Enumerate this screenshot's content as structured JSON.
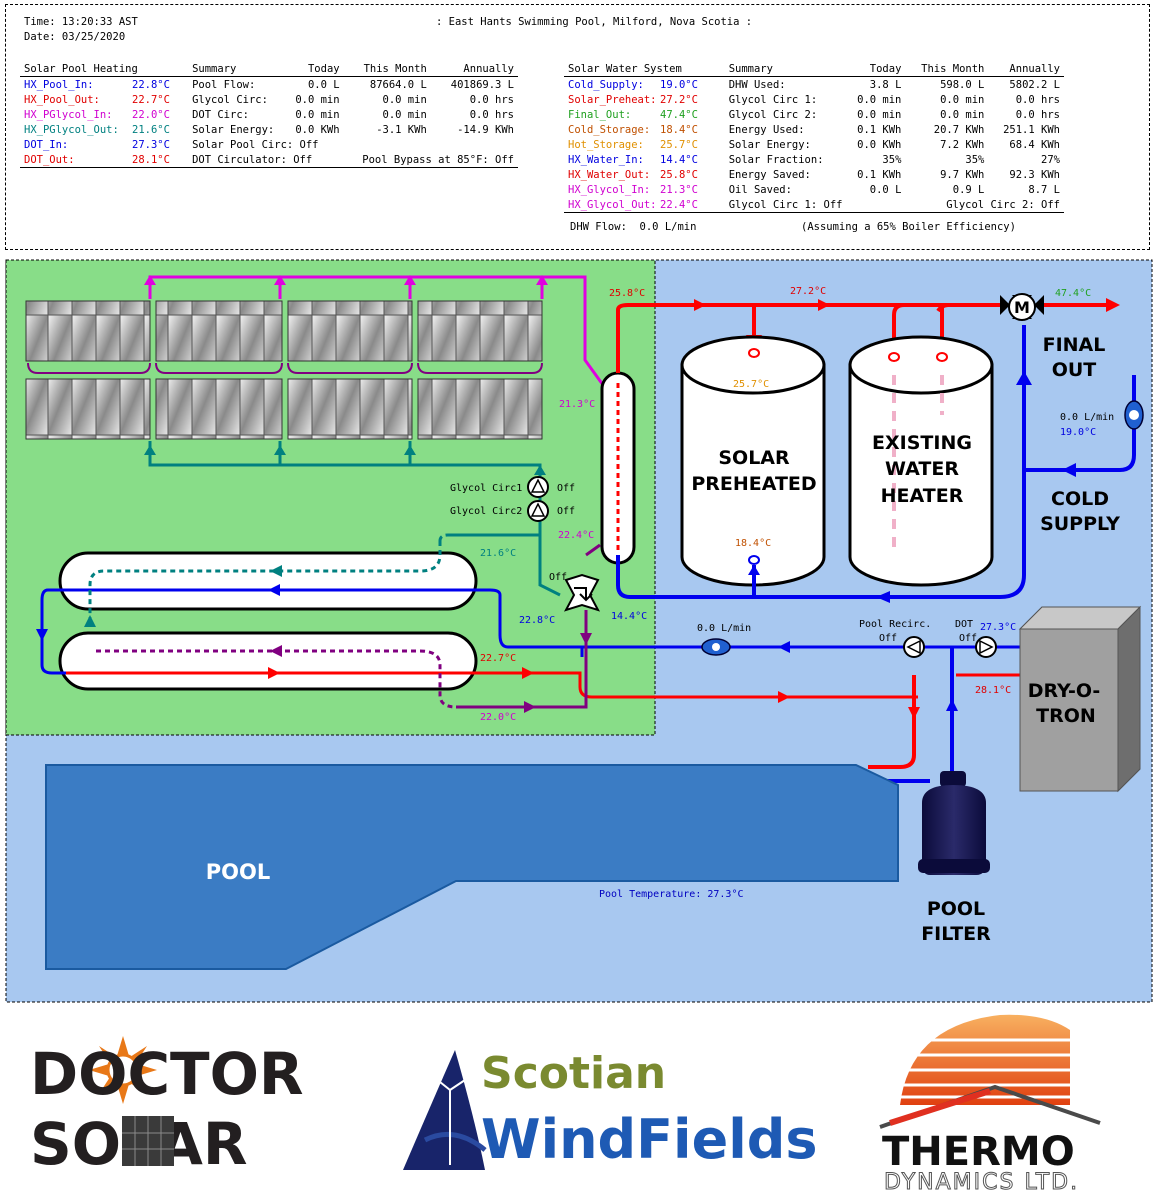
{
  "header": {
    "time": "Time: 13:20:33 AST",
    "date": "Date: 03/25/2020",
    "location": ": East Hants Swimming Pool, Milford, Nova Scotia :"
  },
  "pool_heating": {
    "headers": [
      "Solar Pool Heating",
      "Summary",
      "Today",
      "This Month",
      "Annually"
    ],
    "sensors": [
      {
        "name": "HX_Pool_In:",
        "value": "22.8°C",
        "color": "#0000e0"
      },
      {
        "name": "HX_Pool_Out:",
        "value": "22.7°C",
        "color": "#e00000"
      },
      {
        "name": "HX_PGlycol_In:",
        "value": "22.0°C",
        "color": "#d000d0"
      },
      {
        "name": "HX_PGlycol_Out:",
        "value": "21.6°C",
        "color": "#008080"
      },
      {
        "name": "DOT_In:",
        "value": "27.3°C",
        "color": "#0000e0"
      },
      {
        "name": "DOT_Out:",
        "value": "28.1°C",
        "color": "#e00000"
      }
    ],
    "rows": [
      [
        "Pool Flow:",
        "0.0 L",
        "87664.0 L",
        "401869.3 L"
      ],
      [
        "Glycol Circ:",
        "0.0 min",
        "0.0 min",
        "0.0 hrs"
      ],
      [
        "DOT Circ:",
        "0.0 min",
        "0.0 min",
        "0.0 hrs"
      ],
      [
        "Solar Energy:",
        "0.0 KWh",
        "-3.1 KWh",
        "-14.9 KWh"
      ]
    ],
    "solar_pool_circ": "Solar Pool Circ:  Off",
    "dot_circulator": "DOT Circulator:  Off",
    "pool_bypass": "Pool Bypass at 85°F: Off"
  },
  "water_system": {
    "headers": [
      "Solar Water System",
      "Summary",
      "Today",
      "This Month",
      "Annually"
    ],
    "sensors": [
      {
        "name": "Cold_Supply:",
        "value": "19.0°C",
        "color": "#0000e0"
      },
      {
        "name": "Solar_Preheat:",
        "value": "27.2°C",
        "color": "#e00000"
      },
      {
        "name": "Final_Out:",
        "value": "47.4°C",
        "color": "#20a020"
      },
      {
        "name": "Cold_Storage:",
        "value": "18.4°C",
        "color": "#c05000"
      },
      {
        "name": "Hot_Storage:",
        "value": "25.7°C",
        "color": "#e09000"
      },
      {
        "name": "HX_Water_In:",
        "value": "14.4°C",
        "color": "#0000e0"
      },
      {
        "name": "HX_Water_Out:",
        "value": "25.8°C",
        "color": "#e00000"
      },
      {
        "name": "HX_Glycol_In:",
        "value": "21.3°C",
        "color": "#d000d0"
      },
      {
        "name": "HX_Glycol_Out:",
        "value": "22.4°C",
        "color": "#d000d0"
      }
    ],
    "rows": [
      [
        "DHW Used:",
        "3.8 L",
        "598.0 L",
        "5802.2 L"
      ],
      [
        "Glycol Circ 1:",
        "0.0 min",
        "0.0 min",
        "0.0 hrs"
      ],
      [
        "Glycol Circ 2:",
        "0.0 min",
        "0.0 min",
        "0.0 hrs"
      ],
      [
        "Energy Used:",
        "0.1 KWh",
        "20.7 KWh",
        "251.1 KWh"
      ],
      [
        "Solar Energy:",
        "0.0 KWh",
        "7.2 KWh",
        "68.4 KWh"
      ],
      [
        "Solar Fraction:",
        "35%",
        "35%",
        "27%"
      ],
      [
        "Energy Saved:",
        "0.1 KWh",
        "9.7 KWh",
        "92.3 KWh"
      ],
      [
        "Oil Saved:",
        "0.0 L",
        "0.9 L",
        "8.7 L"
      ]
    ],
    "glycol_circ1": "Glycol Circ 1: Off",
    "glycol_circ2": "Glycol Circ 2: Off",
    "dhw_flow": "DHW Flow:  0.0 L/min",
    "boiler_note": "(Assuming a 65% Boiler Efficiency)"
  },
  "diagram": {
    "labels": {
      "final_out_1": "FINAL",
      "final_out_2": "OUT",
      "cold_supply_1": "COLD",
      "cold_supply_2": "SUPPLY",
      "solar_preheated_1": "SOLAR",
      "solar_preheated_2": "PREHEATED",
      "existing_1": "EXISTING",
      "existing_2": "WATER",
      "existing_3": "HEATER",
      "dryotron_1": "DRY-O-",
      "dryotron_2": "TRON",
      "pool": "POOL",
      "pool_filter_1": "POOL",
      "pool_filter_2": "FILTER",
      "valve_m": "M"
    },
    "temps": {
      "t_25_8": "25.8°C",
      "t_27_2": "27.2°C",
      "t_47_4": "47.4°C",
      "t_21_3": "21.3°C",
      "t_25_7": "25.7°C",
      "t_18_4": "18.4°C",
      "t_22_4": "22.4°C",
      "t_21_6": "21.6°C",
      "t_22_8": "22.8°C",
      "t_14_4": "14.4°C",
      "t_22_7": "22.7°C",
      "t_22_0": "22.0°C",
      "t_27_3": "27.3°C",
      "t_28_1": "28.1°C",
      "cold_flow": "0.0 L/min",
      "cold_temp": "19.0°C",
      "pool_flow": "0.0 L/min",
      "pool_temperature": "Pool Temperature: 27.3°C"
    },
    "controls": {
      "glycol_circ1": "Glycol Circ1",
      "glycol_circ1_state": "Off",
      "glycol_circ2": "Glycol Circ2",
      "glycol_circ2_state": "Off",
      "bypass_state": "Off",
      "pool_recirc": "Pool Recirc.",
      "pool_recirc_state": "Off",
      "dot": "DOT",
      "dot_state": "Off"
    },
    "colors": {
      "green_zone": "#88dd88",
      "blue_zone": "#a8c8f0",
      "hot_pipe": "#ff0000",
      "cold_pipe": "#0000ee",
      "glycol_pipe": "#008080",
      "magenta_pipe": "#e000e0",
      "purple_pipe": "#800080",
      "pool_water": "#3b7cc4"
    }
  },
  "logos": {
    "doctor_solar_1": "DOCTOR",
    "doctor_solar_2": "SOLAR",
    "scotian_1": "Scotian",
    "scotian_2": "WindFields",
    "thermo_1": "THERMO",
    "thermo_2": "DYNAMICS LTD."
  }
}
